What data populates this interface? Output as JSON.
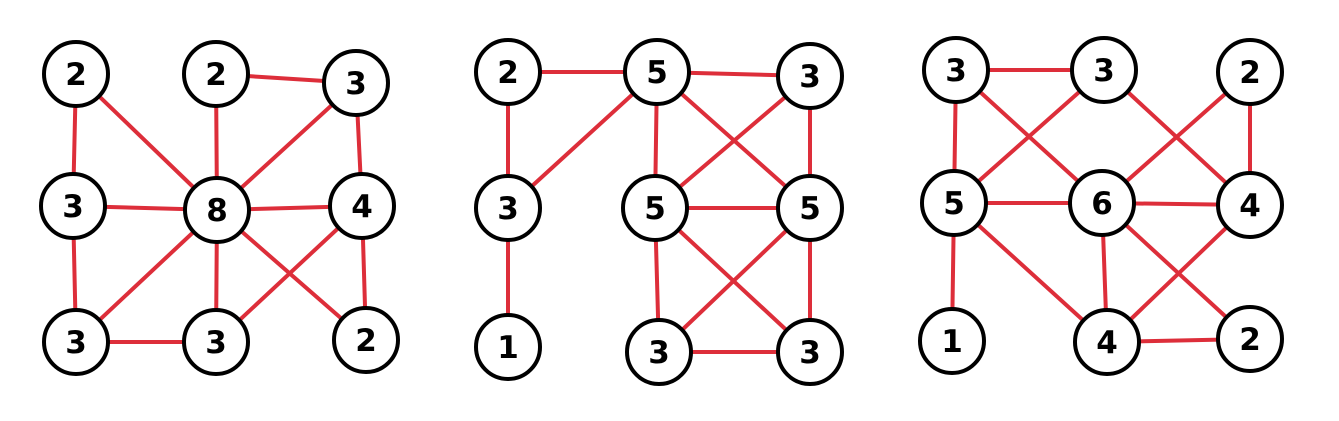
{
  "colors": {
    "edge": "#dd2e3a",
    "node_stroke": "#000000",
    "node_fill": "#ffffff",
    "label": "#000000"
  },
  "graphs": [
    {
      "id": "graph-1",
      "nodes": [
        {
          "id": "a",
          "label": "2"
        },
        {
          "id": "b",
          "label": "2"
        },
        {
          "id": "c",
          "label": "3"
        },
        {
          "id": "d",
          "label": "3"
        },
        {
          "id": "e",
          "label": "8"
        },
        {
          "id": "f",
          "label": "4"
        },
        {
          "id": "g",
          "label": "3"
        },
        {
          "id": "h",
          "label": "3"
        },
        {
          "id": "i",
          "label": "2"
        }
      ],
      "edges": [
        [
          "a",
          "d"
        ],
        [
          "a",
          "e"
        ],
        [
          "b",
          "c"
        ],
        [
          "b",
          "e"
        ],
        [
          "c",
          "e"
        ],
        [
          "c",
          "f"
        ],
        [
          "d",
          "e"
        ],
        [
          "d",
          "g"
        ],
        [
          "e",
          "f"
        ],
        [
          "e",
          "g"
        ],
        [
          "e",
          "h"
        ],
        [
          "e",
          "i"
        ],
        [
          "f",
          "h"
        ],
        [
          "f",
          "i"
        ],
        [
          "g",
          "h"
        ]
      ]
    },
    {
      "id": "graph-2",
      "nodes": [
        {
          "id": "a",
          "label": "2"
        },
        {
          "id": "b",
          "label": "5"
        },
        {
          "id": "c",
          "label": "3"
        },
        {
          "id": "d",
          "label": "3"
        },
        {
          "id": "e",
          "label": "5"
        },
        {
          "id": "f",
          "label": "5"
        },
        {
          "id": "g",
          "label": "1"
        },
        {
          "id": "h",
          "label": "3"
        },
        {
          "id": "i",
          "label": "3"
        }
      ],
      "edges": [
        [
          "a",
          "b"
        ],
        [
          "a",
          "d"
        ],
        [
          "b",
          "c"
        ],
        [
          "b",
          "d"
        ],
        [
          "b",
          "e"
        ],
        [
          "b",
          "f"
        ],
        [
          "c",
          "e"
        ],
        [
          "c",
          "f"
        ],
        [
          "d",
          "g"
        ],
        [
          "e",
          "f"
        ],
        [
          "e",
          "h"
        ],
        [
          "e",
          "i"
        ],
        [
          "f",
          "h"
        ],
        [
          "f",
          "i"
        ],
        [
          "h",
          "i"
        ]
      ]
    },
    {
      "id": "graph-3",
      "nodes": [
        {
          "id": "a",
          "label": "3"
        },
        {
          "id": "b",
          "label": "3"
        },
        {
          "id": "c",
          "label": "2"
        },
        {
          "id": "d",
          "label": "5"
        },
        {
          "id": "e",
          "label": "6"
        },
        {
          "id": "f",
          "label": "4"
        },
        {
          "id": "g",
          "label": "1"
        },
        {
          "id": "h",
          "label": "4"
        },
        {
          "id": "i",
          "label": "2"
        }
      ],
      "edges": [
        [
          "a",
          "b"
        ],
        [
          "a",
          "d"
        ],
        [
          "a",
          "e"
        ],
        [
          "b",
          "d"
        ],
        [
          "b",
          "f"
        ],
        [
          "c",
          "e"
        ],
        [
          "c",
          "f"
        ],
        [
          "d",
          "e"
        ],
        [
          "d",
          "g"
        ],
        [
          "d",
          "h"
        ],
        [
          "e",
          "f"
        ],
        [
          "e",
          "h"
        ],
        [
          "e",
          "i"
        ],
        [
          "f",
          "h"
        ],
        [
          "h",
          "i"
        ]
      ]
    }
  ]
}
